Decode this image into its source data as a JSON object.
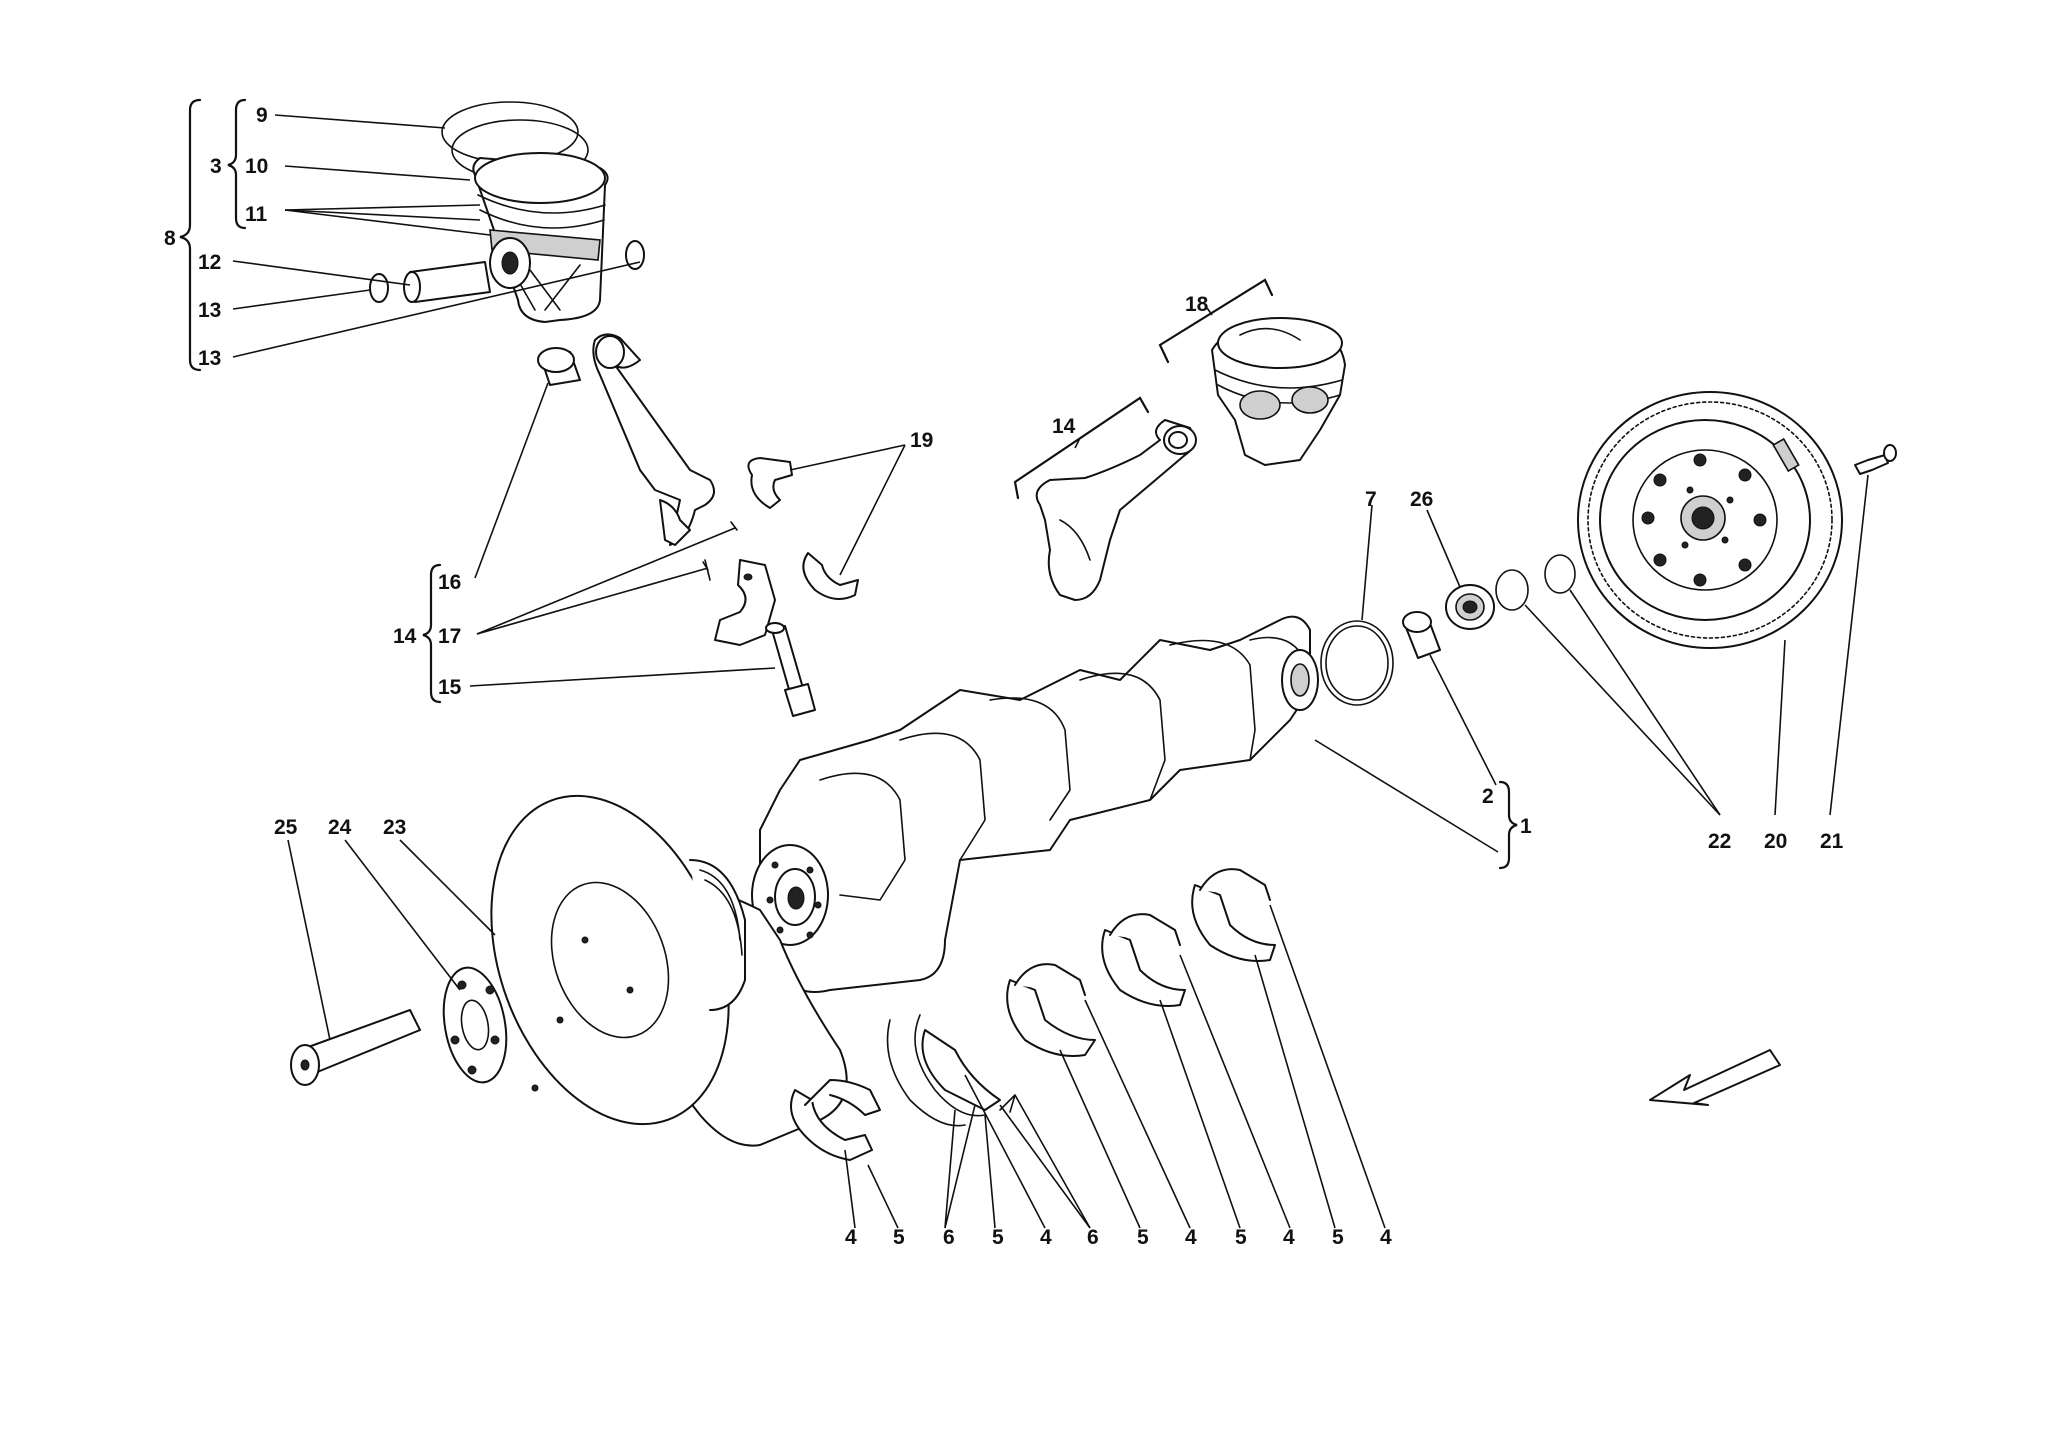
{
  "callouts": {
    "c9": "9",
    "c3": "3",
    "c10": "10",
    "c11": "11",
    "c8": "8",
    "c12": "12",
    "c13a": "13",
    "c13b": "13",
    "c16": "16",
    "c14a": "14",
    "c17": "17",
    "c15": "15",
    "c19": "19",
    "c14b": "14",
    "c18": "18",
    "c7": "7",
    "c26": "26",
    "c2": "2",
    "c1": "1",
    "c22": "22",
    "c20": "20",
    "c21": "21",
    "c25": "25",
    "c24": "24",
    "c23": "23",
    "b4a": "4",
    "b5a": "5",
    "b6a": "6",
    "b5b": "5",
    "b4b": "4",
    "b6b": "6",
    "b5c": "5",
    "b4c": "4",
    "b5d": "5",
    "b4d": "4",
    "b5e": "5",
    "b4e": "4"
  },
  "colors": {
    "line": "#111111",
    "background": "#ffffff"
  },
  "icons": {
    "orientation": "arrow-icon"
  }
}
